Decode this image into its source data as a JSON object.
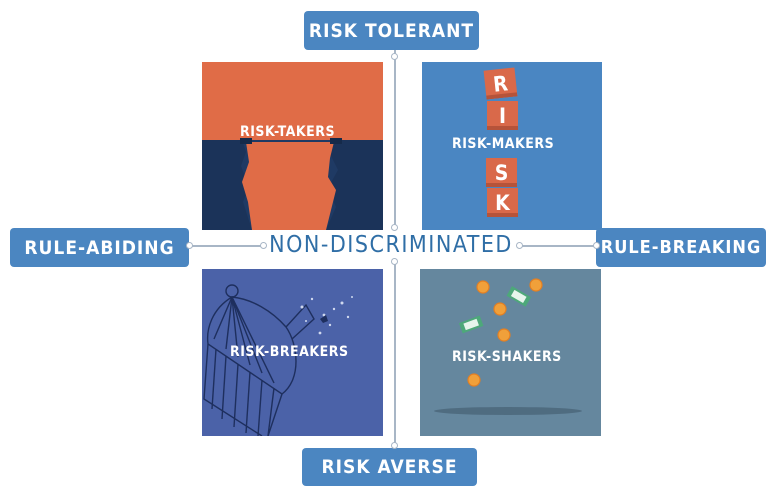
{
  "axes": {
    "top": "RISK TOLERANT",
    "bottom": "RISK AVERSE",
    "left": "RULE-ABIDING",
    "right": "RULE-BREAKING"
  },
  "center": "NON-DISCRIMINATED",
  "quadrants": {
    "top_left": {
      "label": "RISK-TAKERS",
      "colors": [
        "#e06c47",
        "#1f3a64"
      ]
    },
    "top_right": {
      "label": "RISK-MAKERS",
      "blocks": [
        "R",
        "I",
        "S",
        "K"
      ],
      "colors": [
        "#4a86c2",
        "#d9694a"
      ]
    },
    "bottom_left": {
      "label": "RISK-BREAKERS",
      "colors": [
        "#4b62a8",
        "#1e2f5e"
      ]
    },
    "bottom_right": {
      "label": "RISK-SHAKERS",
      "colors": [
        "#65879e",
        "#f0a03a",
        "#4da87a"
      ]
    }
  },
  "icons": [
    "cliffs-icon",
    "risk-blocks-icon",
    "open-cage-icon",
    "falling-money-icon"
  ],
  "accent": "#4b86c1"
}
